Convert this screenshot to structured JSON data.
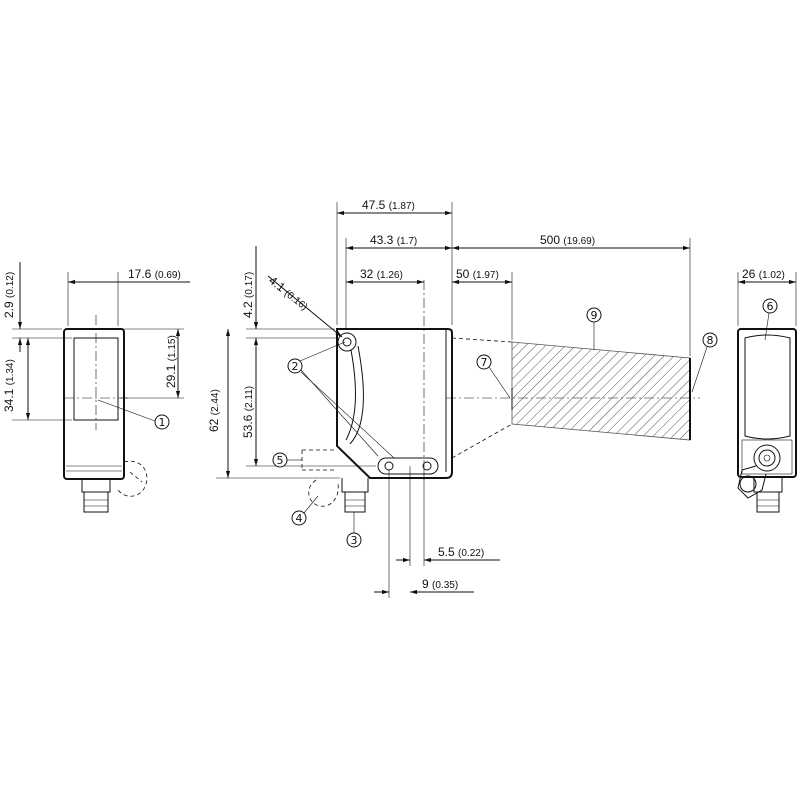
{
  "dimensions": {
    "d_47_5": {
      "value": "47.5",
      "inch": "(1.87)"
    },
    "d_43_3": {
      "value": "43.3",
      "inch": "(1.7)"
    },
    "d_500": {
      "value": "500",
      "inch": "(19.69)"
    },
    "d_32": {
      "value": "32",
      "inch": "(1.26)"
    },
    "d_50": {
      "value": "50",
      "inch": "(1.97)"
    },
    "d_17_6": {
      "value": "17.6",
      "inch": "(0.69)"
    },
    "d_26": {
      "value": "26",
      "inch": "(1.02)"
    },
    "d_4_1": {
      "value": "4.1",
      "inch": "(0.16)"
    },
    "d_2_9": {
      "value": "2.9",
      "inch": "(0.12)"
    },
    "d_34_1": {
      "value": "34.1",
      "inch": "(1.34)"
    },
    "d_29_1": {
      "value": "29.1",
      "inch": "(1.15)"
    },
    "d_4_2": {
      "value": "4.2",
      "inch": "(0.17)"
    },
    "d_62": {
      "value": "62",
      "inch": "(2.44)"
    },
    "d_53_6": {
      "value": "53.6",
      "inch": "(2.11)"
    },
    "d_5_5": {
      "value": "5.5",
      "inch": "(0.22)"
    },
    "d_9": {
      "value": "9",
      "inch": "(0.35)"
    }
  },
  "callouts": {
    "c1": "1",
    "c2": "2",
    "c3": "3",
    "c4": "4",
    "c5": "5",
    "c6": "6",
    "c7": "7",
    "c8": "8",
    "c9": "9"
  }
}
